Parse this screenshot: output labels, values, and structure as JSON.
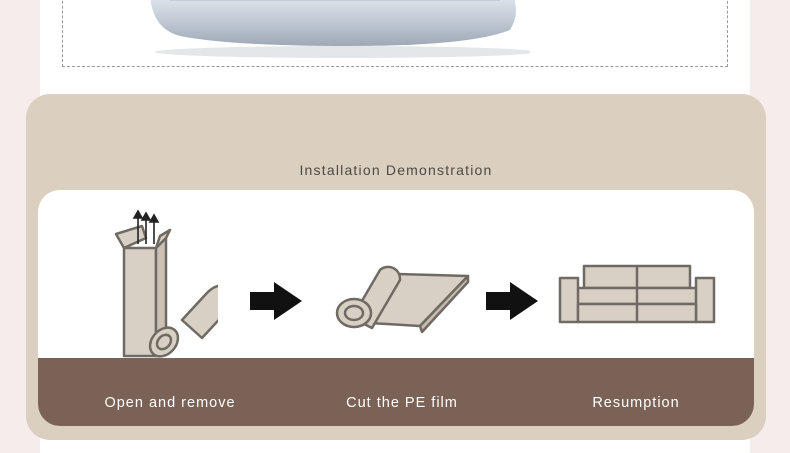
{
  "product": {
    "icon": "rolled-sofa-icon"
  },
  "installation": {
    "title": "Installation Demonstration",
    "steps": [
      {
        "label": "Open and remove",
        "icon": "box-and-roll-icon"
      },
      {
        "label": "Cut the PE film",
        "icon": "unrolling-film-icon"
      },
      {
        "label": "Resumption",
        "icon": "sofa-icon"
      }
    ],
    "arrow_icon": "right-arrow-icon"
  },
  "colors": {
    "page_background": "#f7ecec",
    "card_background": "#dbd0bf",
    "footer_band": "#7a6257",
    "illustration_fill": "#d8d0c4",
    "illustration_stroke": "#6f6a63"
  }
}
